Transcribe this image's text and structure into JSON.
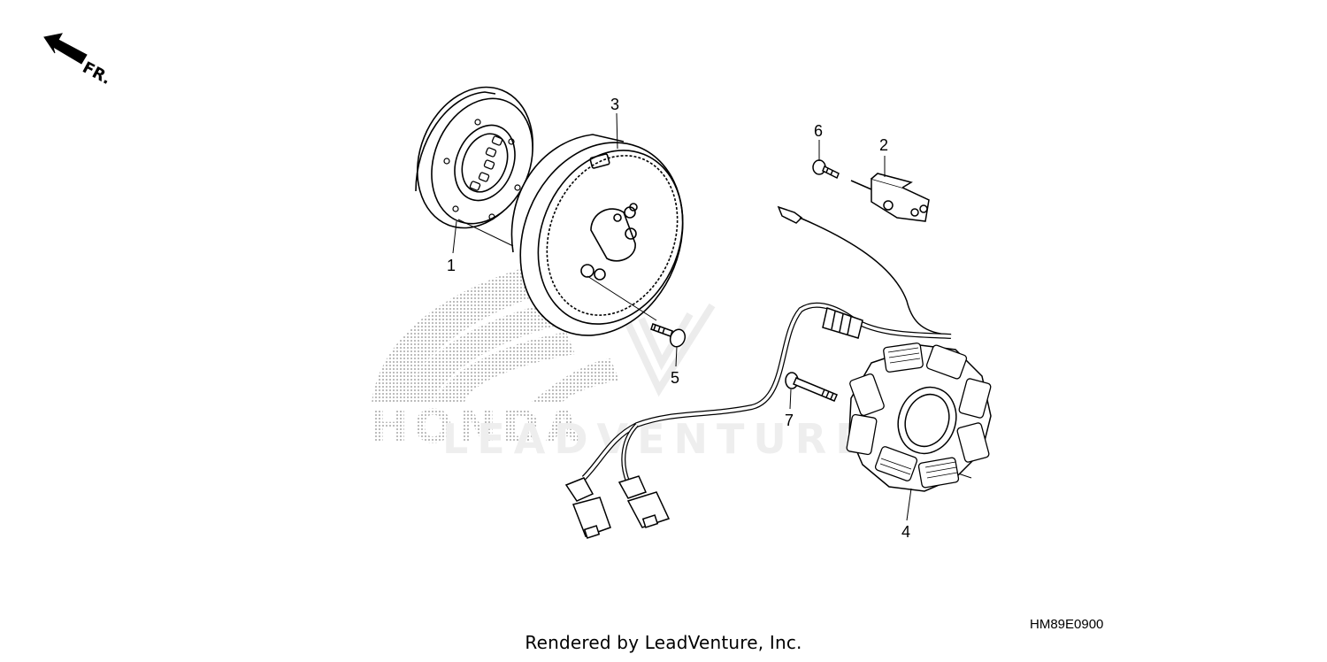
{
  "orientation": {
    "label": "FR."
  },
  "watermark": {
    "brand": "HONDA",
    "site": "LEADVENTURE"
  },
  "callouts": [
    "1",
    "2",
    "3",
    "4",
    "5",
    "6",
    "7"
  ],
  "diagram_code": "HM89E0900",
  "footer": "Rendered by LeadVenture, Inc.",
  "colors": {
    "line": "#000000",
    "watermark": "#c8c8c8",
    "background": "#ffffff"
  }
}
